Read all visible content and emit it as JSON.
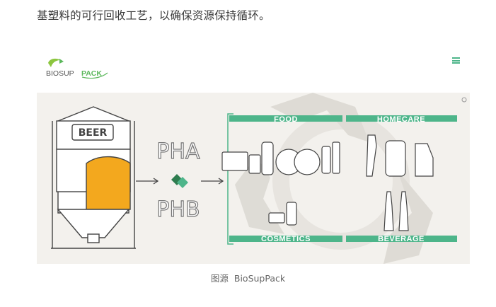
{
  "paragraph": "基塑料的可行回收工艺，以确保资源保持循环。",
  "site": {
    "brand_prefix": "BIOSUP",
    "brand_suffix": "PACK"
  },
  "infographic": {
    "tank_label": "BEER",
    "material_1": "PHA",
    "material_2": "PHB",
    "categories": [
      "FOOD",
      "HOMECARE",
      "COSMETICS",
      "BEVERAGE"
    ]
  },
  "caption": {
    "prefix": "图源",
    "source": "BioSupPack"
  },
  "colors": {
    "accent": "#4db58a",
    "background": "#f3f1ed",
    "brand_green": "#5cb85c",
    "brand_dark": "#333333"
  },
  "icons": [
    "menu-icon",
    "recycle-icon",
    "arrow-right-icon"
  ]
}
